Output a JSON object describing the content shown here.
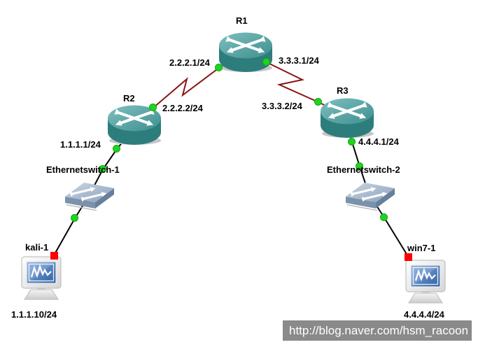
{
  "app": {
    "context": "network-topology-canvas"
  },
  "colors": {
    "serial_link": "#8b1414",
    "ethernet_link": "#000000",
    "port_up": "#1fd41f",
    "port_stopped": "#ff0000",
    "router_body": "#3e8f8f",
    "switch_body": "#92a6c0",
    "watermark_bg": "#8a8a8a",
    "watermark_fg": "#ffffff"
  },
  "nodes": {
    "r1": {
      "label": "R1",
      "type": "router"
    },
    "r2": {
      "label": "R2",
      "type": "router"
    },
    "r3": {
      "label": "R3",
      "type": "router"
    },
    "switch1": {
      "label": "Ethernetswitch-1",
      "type": "ethernet-switch"
    },
    "switch2": {
      "label": "Ethernetswitch-2",
      "type": "ethernet-switch"
    },
    "kali": {
      "label": "kali-1",
      "type": "host",
      "ip": "1.1.1.10/24"
    },
    "win7": {
      "label": "win7-1",
      "type": "host",
      "ip": "4.4.4.4/24"
    }
  },
  "interfaces": {
    "r1_to_r2": "2.2.2.1/24",
    "r1_to_r3": "3.3.3.1/24",
    "r2_to_r1": "2.2.2.2/24",
    "r3_to_r1": "3.3.3.2/24",
    "r2_to_lan": "1.1.1.1/24",
    "r3_to_lan": "4.4.4.1/24"
  },
  "topology_links": [
    {
      "from": "R2",
      "to": "R1",
      "type": "serial",
      "from_label": "2.2.2.2/24",
      "to_label": "2.2.2.1/24",
      "from_port_status": "up",
      "to_port_status": "up"
    },
    {
      "from": "R3",
      "to": "R1",
      "type": "serial",
      "from_label": "3.3.3.2/24",
      "to_label": "3.3.3.1/24",
      "from_port_status": "up",
      "to_port_status": "up"
    },
    {
      "from": "R2",
      "to": "Ethernetswitch-1",
      "type": "ethernet",
      "from_label": "1.1.1.1/24",
      "from_port_status": "up",
      "to_port_status": "up"
    },
    {
      "from": "Ethernetswitch-1",
      "to": "kali-1",
      "type": "ethernet",
      "from_port_status": "up",
      "to_port_status": "stopped"
    },
    {
      "from": "R3",
      "to": "Ethernetswitch-2",
      "type": "ethernet",
      "from_label": "4.4.4.1/24",
      "from_port_status": "up",
      "to_port_status": "up"
    },
    {
      "from": "Ethernetswitch-2",
      "to": "win7-1",
      "type": "ethernet",
      "from_port_status": "up",
      "to_port_status": "stopped"
    }
  ],
  "watermark": {
    "text": "http://blog.naver.com/hsm_racoon"
  }
}
